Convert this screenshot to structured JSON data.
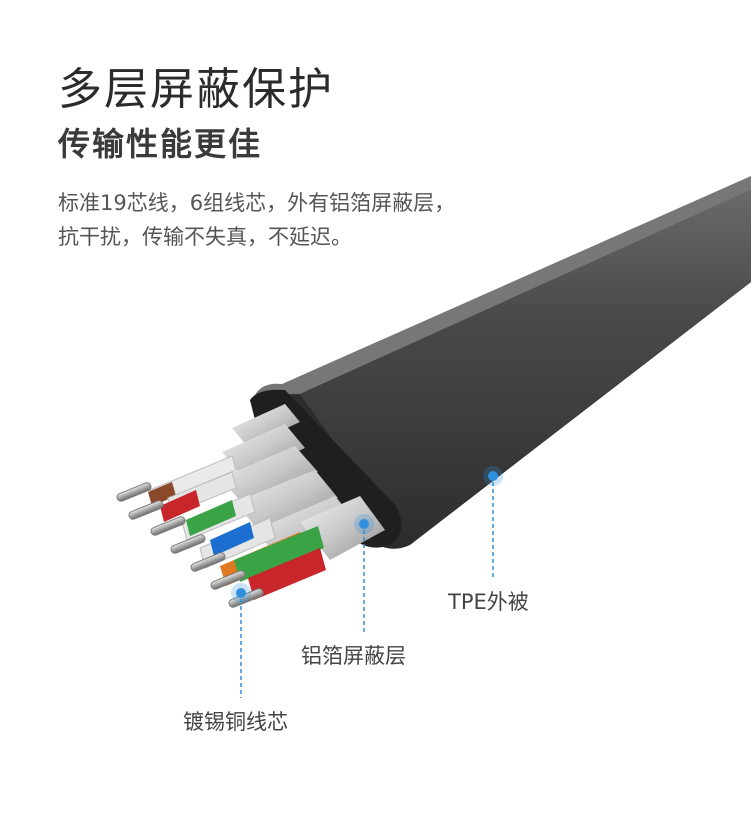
{
  "heading": {
    "title": "多层屏蔽保护",
    "subtitle": "传输性能更佳"
  },
  "description": {
    "line1": "标准19芯线，6组线芯，外有铝箔屏蔽层，",
    "line2": "抗干扰，传输不失真，不延迟。"
  },
  "callouts": {
    "jacket": "TPE外被",
    "shield": "铝箔屏蔽层",
    "conductor": "镀锡铜线芯"
  },
  "colors": {
    "accent": "#2f8fdc",
    "cable_jacket": "#3a3a3a",
    "wire_red": "#c8262a",
    "wire_green": "#3aa346",
    "wire_orange": "#e07a22",
    "wire_blue": "#1c6fd0",
    "wire_brown": "#8a4a2a"
  }
}
